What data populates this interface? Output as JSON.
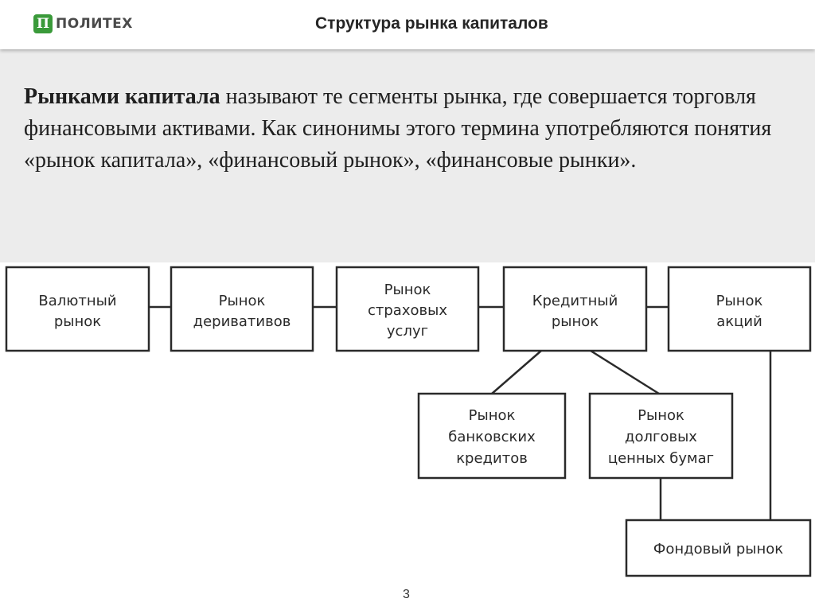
{
  "header": {
    "logo_mark": "П",
    "logo_text": "ПОЛИТЕХ",
    "title": "Структура рынка капиталов"
  },
  "definition": {
    "term": "Рынками капитала",
    "text": " называют те сегменты рынка, где совершается торговля финансовыми активами. Как синонимы этого термина употребляются понятия «рынок капитала», «финансовый рынок», «финансовые рынки»."
  },
  "diagram": {
    "nodes": {
      "fx": [
        "Валютный",
        "рынок"
      ],
      "deriv": [
        "Рынок",
        "деривативов"
      ],
      "insur": [
        "Рынок",
        "страховых",
        "услуг"
      ],
      "credit": [
        "Кредитный",
        "рынок"
      ],
      "equity": [
        "Рынок",
        "акций"
      ],
      "bank": [
        "Рынок",
        "банковских",
        "кредитов"
      ],
      "debt": [
        "Рынок",
        "долговых",
        "ценных бумаг"
      ],
      "stock": [
        "Фондовый рынок"
      ]
    }
  },
  "page_number": "3"
}
